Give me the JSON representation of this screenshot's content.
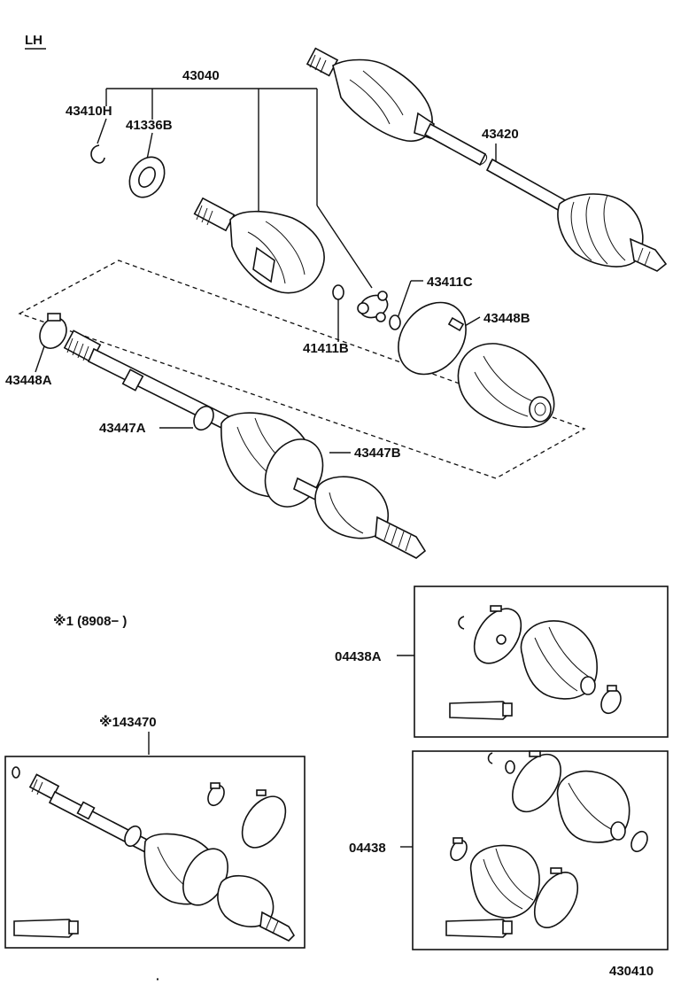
{
  "corner_label": "LH",
  "callouts": {
    "assembly": "43040",
    "snap_ring_h": "43410H",
    "seal_b": "41336B",
    "shaft": "43420",
    "snap_ring_c": "43411C",
    "clamp_b": "43448B",
    "ring_b": "41411B",
    "clamp_a": "43448A",
    "boot_a": "43447A",
    "boot_b": "43447B"
  },
  "note": "※1 (8908−      )",
  "kit_a": {
    "label": "04438A"
  },
  "kit_b": {
    "label": "04438"
  },
  "kit_c": {
    "label": "※143470"
  },
  "figure_number": "430410"
}
